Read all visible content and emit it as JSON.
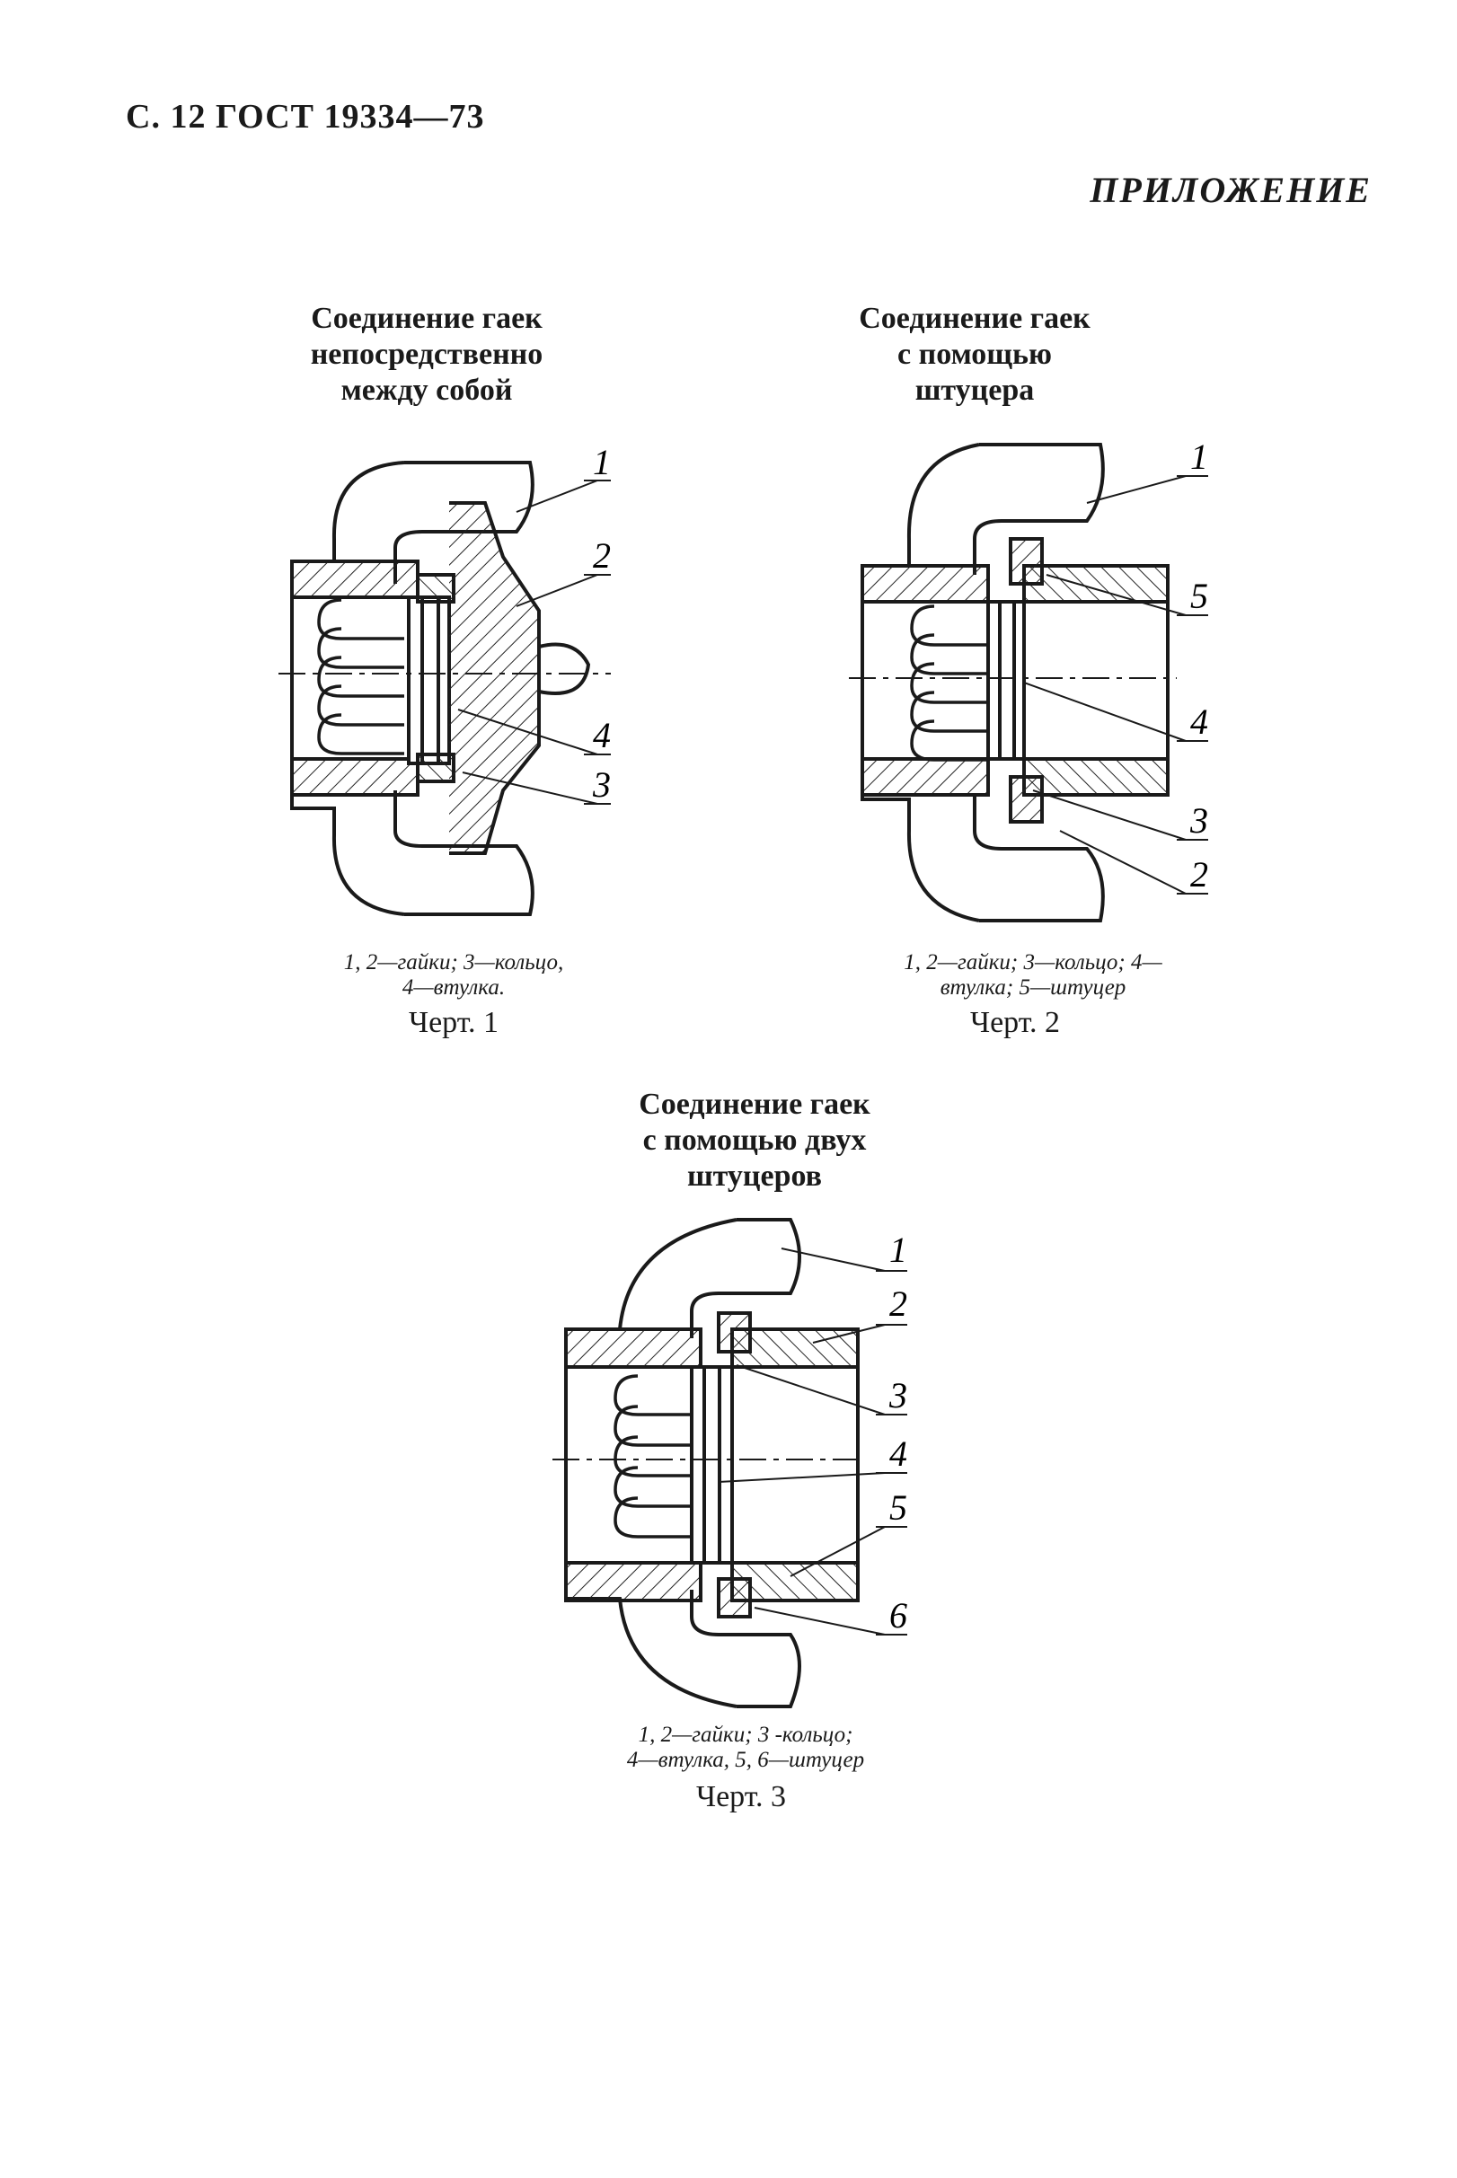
{
  "header": {
    "page_ref": "С. 12 ГОСТ 19334—73",
    "appendix": "ПРИЛОЖЕНИЕ"
  },
  "figures": [
    {
      "title_lines": [
        "Соединение гаек",
        "непосредственно",
        "между собой"
      ],
      "caption_lines": [
        "1, 2—гайки; 3—кольцо,",
        "4—втулка."
      ],
      "label": "Черт. 1",
      "callouts": [
        "1",
        "2",
        "4",
        "3"
      ]
    },
    {
      "title_lines": [
        "Соединение гаек",
        "с помощью",
        "штуцера"
      ],
      "caption_lines": [
        "1, 2—гайки; 3—кольцо; 4—",
        "втулка; 5—штуцер"
      ],
      "label": "Черт. 2",
      "callouts": [
        "1",
        "5",
        "4",
        "3",
        "2"
      ]
    },
    {
      "title_lines": [
        "Соединение гаек",
        "с помощью двух",
        "штуцеров"
      ],
      "caption_lines": [
        "1, 2—гайки; 3 -кольцо;",
        "4—втулка, 5, 6—штуцер"
      ],
      "label": "Черт. 3",
      "callouts": [
        "1",
        "2",
        "3",
        "4",
        "5",
        "6"
      ]
    }
  ]
}
